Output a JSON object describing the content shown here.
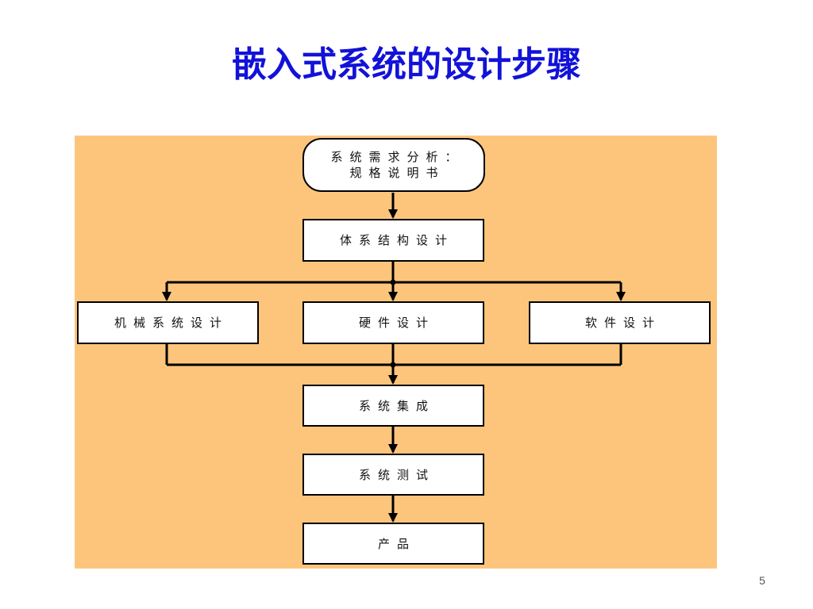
{
  "slide": {
    "title": "嵌入式系统的设计步骤",
    "page_number": "5",
    "panel_color": "#fdc57c",
    "title_color": "#1212d8"
  },
  "diagram": {
    "requirements_line1": "系统需求分析：",
    "requirements_line2": "规格说明书",
    "architecture": "体系结构设计",
    "mechanical": "机械系统设计",
    "hardware": "硬件设计",
    "software": "软件设计",
    "integration": "系统集成",
    "testing": "系统测试",
    "product": "产品"
  }
}
